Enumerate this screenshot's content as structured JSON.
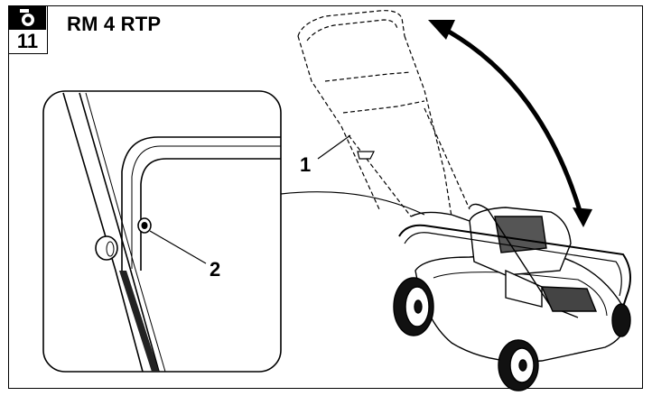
{
  "badge": {
    "icon": "camera-icon",
    "number": "11"
  },
  "title": "RM 4 RTP",
  "callouts": {
    "one": "1",
    "two": "2"
  }
}
